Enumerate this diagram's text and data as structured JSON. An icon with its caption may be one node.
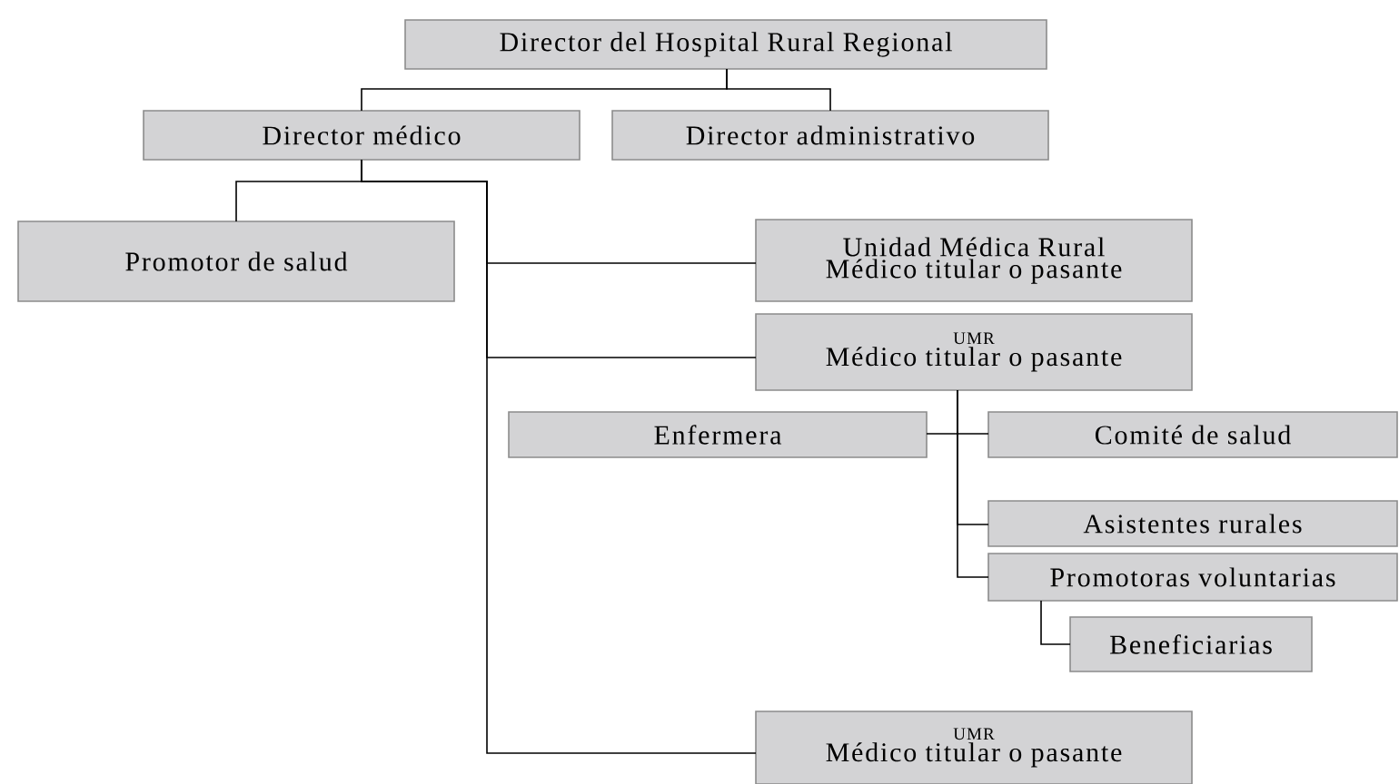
{
  "diagram": {
    "nodes": [
      {
        "text": [
          "Director del Hospital Rural Regional"
        ]
      },
      {
        "text": [
          "Director médico"
        ]
      },
      {
        "text": [
          "Director administrativo"
        ]
      },
      {
        "text": [
          "Promotor de salud"
        ]
      },
      {
        "text": [
          "Unidad Médica Rural",
          "Médico titular o pasante"
        ]
      },
      {
        "text": [
          "UMR",
          "Médico titular o pasante"
        ]
      },
      {
        "text": [
          "Enfermera"
        ]
      },
      {
        "text": [
          "Comité de salud"
        ]
      },
      {
        "text": [
          "Asistentes rurales"
        ]
      },
      {
        "text": [
          "Promotoras voluntarias"
        ]
      },
      {
        "text": [
          "Beneficiarias"
        ]
      },
      {
        "text": [
          "UMR",
          "Médico titular o pasante"
        ]
      }
    ],
    "edges": [
      {
        "from": 0,
        "to": 1,
        "arrow": "none"
      },
      {
        "from": 0,
        "to": 2,
        "arrow": "none"
      },
      {
        "from": 1,
        "to": 3,
        "arrow": "none"
      },
      {
        "from": 1,
        "to": 4,
        "arrow": "none"
      },
      {
        "from": 1,
        "to": 5,
        "arrow": "none"
      },
      {
        "from": 1,
        "to": 11,
        "arrow": "none"
      },
      {
        "from": 5,
        "to": 6,
        "arrow": "none"
      },
      {
        "from": 5,
        "to": 7,
        "arrow": "none"
      },
      {
        "from": 5,
        "to": 8,
        "arrow": "none"
      },
      {
        "from": 5,
        "to": 9,
        "arrow": "none"
      },
      {
        "from": 9,
        "to": 10,
        "arrow": "none"
      }
    ]
  }
}
